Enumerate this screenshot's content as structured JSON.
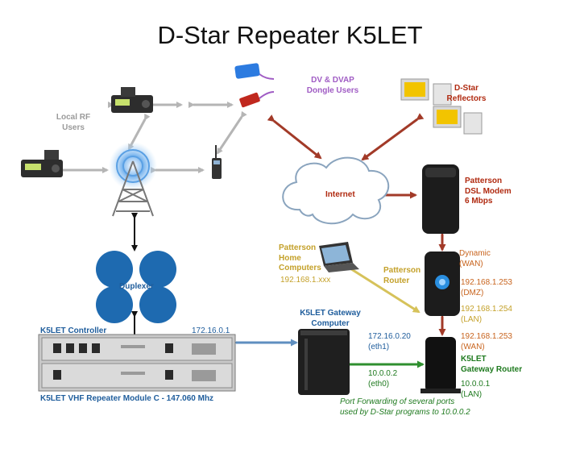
{
  "title": "D-Star Repeater K5LET",
  "labels": {
    "local_rf_users": [
      "Local RF",
      "Users"
    ],
    "dv_dongle_users": [
      "DV & DVAP",
      "Dongle Users"
    ],
    "dstar_reflectors": [
      "D-Star",
      "Reflectors"
    ],
    "internet": "Internet",
    "dsl_modem": [
      "Patterson",
      "DSL Modem",
      "6 Mbps"
    ],
    "home_computers": [
      "Patterson",
      "Home",
      "Computers"
    ],
    "home_computers_ip": "192.168.1.xxx",
    "patterson_router": [
      "Patterson",
      "Router"
    ],
    "router_dynamic": [
      "Dynamic",
      "(WAN)"
    ],
    "router_dmz": [
      "192.168.1.253",
      "(DMZ)"
    ],
    "router_lan": [
      "192.168.1.254",
      "(LAN)"
    ],
    "duplexer": "Duplexer",
    "gateway_computer": [
      "K5LET Gateway",
      "Computer"
    ],
    "eth1": [
      "172.16.0.20",
      "(eth1)"
    ],
    "eth0": [
      "10.0.0.2",
      "(eth0)"
    ],
    "gw_wan": [
      "192.168.1.253",
      "(WAN)"
    ],
    "gateway_router": [
      "K5LET",
      "Gateway Router"
    ],
    "gw_lan": [
      "10.0.0.1",
      "(LAN)"
    ],
    "controller": "K5LET Controller",
    "controller_ip": "172.16.0.1",
    "repeater_module": "K5LET VHF Repeater Module C - 147.060 Mhz",
    "port_forwarding": [
      "Port Forwarding of several ports",
      "used by D-Star programs to 10.0.0.2"
    ]
  },
  "colors": {
    "gray_arrow": "#b5b5b5",
    "red_arrow": "#a23a28",
    "gold_arrow": "#d6c25a",
    "blue_arrow": "#5f8fc0",
    "green_arrow": "#2f8f2f",
    "duplexer_blue": "#1e6ab0"
  }
}
